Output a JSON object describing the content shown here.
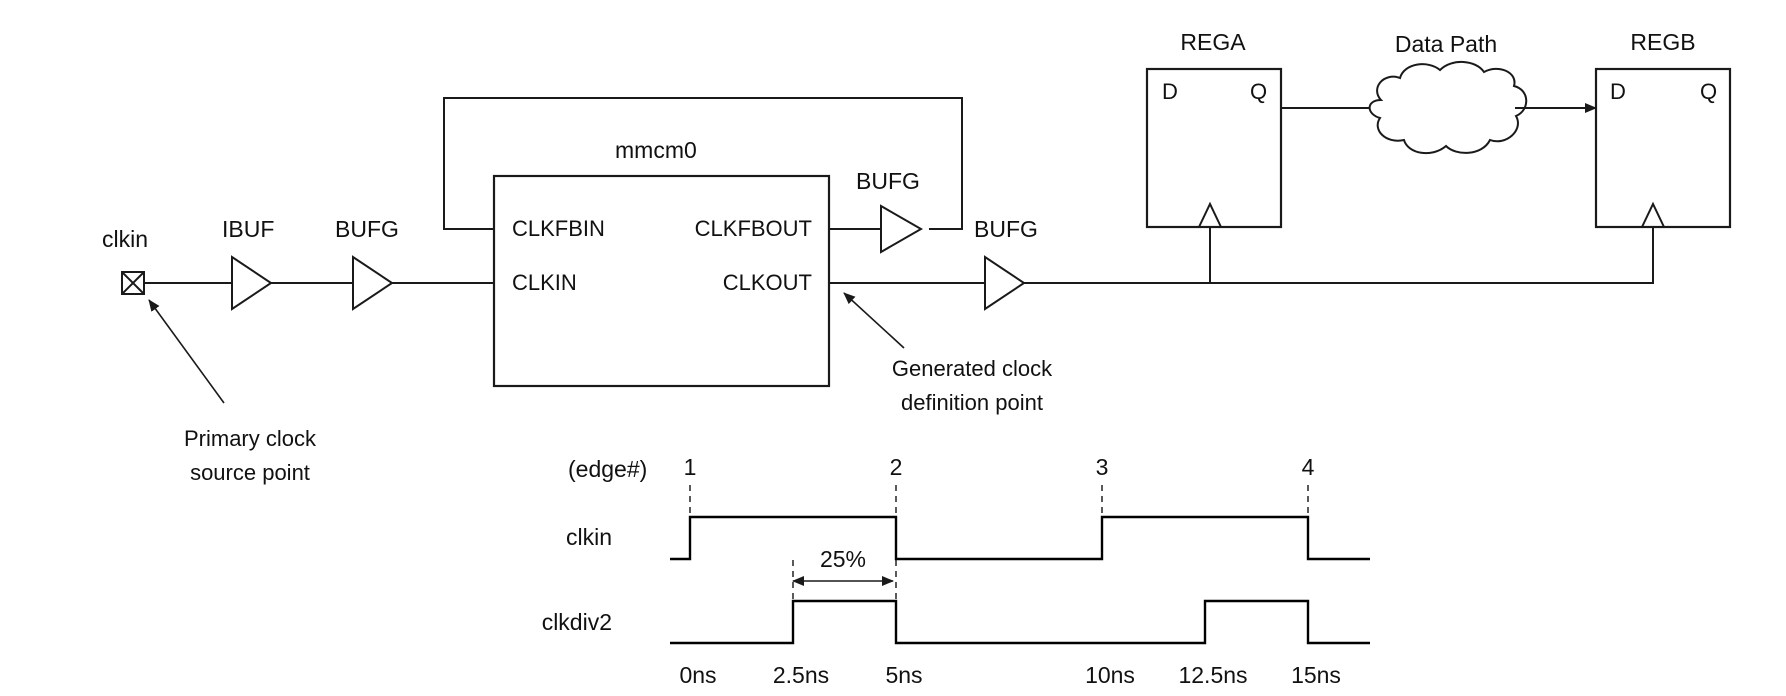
{
  "labels": {
    "clkin_port": "clkin",
    "ibuf": "IBUF",
    "bufg1": "BUFG",
    "bufg_fb": "BUFG",
    "bufg_out": "BUFG",
    "mmcm": "mmcm0",
    "clkfbin": "CLKFBIN",
    "clkin_pin": "CLKIN",
    "clkfbout": "CLKFBOUT",
    "clkout": "CLKOUT",
    "rega": "REGA",
    "regb": "REGB",
    "data_path": "Data Path",
    "d": "D",
    "q": "Q",
    "primary_line1": "Primary clock",
    "primary_line2": "source point",
    "generated_line1": "Generated clock",
    "generated_line2": "definition point"
  },
  "waveform": {
    "edge_header": "(edge#)",
    "edges": [
      "1",
      "2",
      "3",
      "4"
    ],
    "signals": [
      {
        "name": "clkin",
        "transitions_ns": [
          0,
          5,
          10,
          15
        ],
        "initial": "low"
      },
      {
        "name": "clkdiv2",
        "transitions_ns": [
          2.5,
          5,
          12.5,
          15
        ],
        "initial": "low"
      }
    ],
    "times": [
      "0ns",
      "2.5ns",
      "5ns",
      "10ns",
      "12.5ns",
      "15ns"
    ],
    "duty_label": "25%"
  }
}
